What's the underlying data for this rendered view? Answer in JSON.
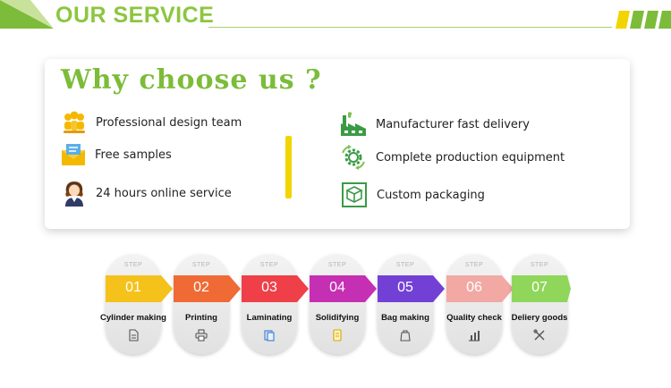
{
  "header": {
    "title": "OUR SERVICE",
    "accent": "#8cc63f"
  },
  "card": {
    "title": "Why choose us ?",
    "left_features": [
      {
        "label": "Professional design team",
        "icon": "team-icon"
      },
      {
        "label": "Free samples",
        "icon": "samples-icon"
      },
      {
        "label": "24 hours online service",
        "icon": "support-agent-icon"
      }
    ],
    "right_features": [
      {
        "label": "Manufacturer fast delivery",
        "icon": "factory-icon"
      },
      {
        "label": "Complete production equipment",
        "icon": "gear-icon"
      },
      {
        "label": "Custom packaging",
        "icon": "package-icon"
      }
    ]
  },
  "steps": {
    "step_word": "STEP",
    "items": [
      {
        "num": "01",
        "label": "Cylinder making",
        "color": "#f5c21b",
        "icon": "document-icon"
      },
      {
        "num": "02",
        "label": "Printing",
        "color": "#f06a35",
        "icon": "printer-icon"
      },
      {
        "num": "03",
        "label": "Laminating",
        "color": "#ef3f48",
        "icon": "layers-icon"
      },
      {
        "num": "04",
        "label": "Solidifying",
        "color": "#c52fb3",
        "icon": "roll-icon"
      },
      {
        "num": "05",
        "label": "Bag making",
        "color": "#7340d6",
        "icon": "bag-icon"
      },
      {
        "num": "06",
        "label": "Quality check",
        "color": "#f2a9a4",
        "icon": "chart-icon"
      },
      {
        "num": "07",
        "label": "Deliery goods",
        "color": "#8fd65a",
        "icon": "tools-icon"
      }
    ]
  }
}
